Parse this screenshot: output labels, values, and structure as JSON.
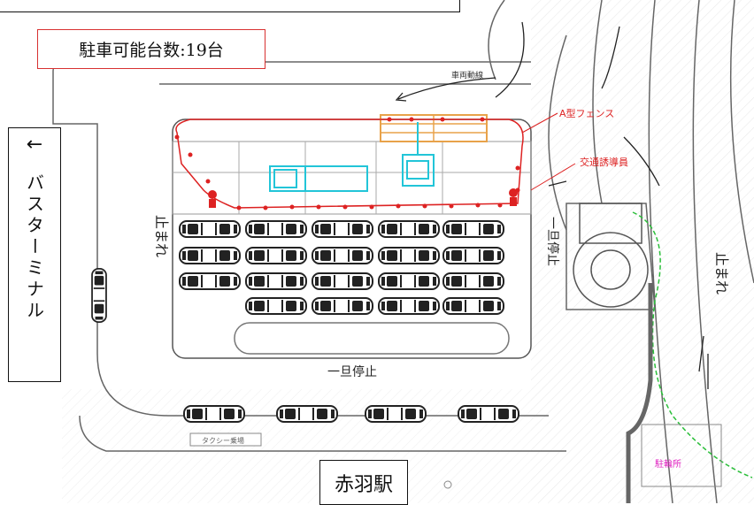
{
  "capacity_label": "駐車可能台数:19台",
  "bus_terminal": {
    "arrow": "←",
    "label": "バスターミナル"
  },
  "station_label": "赤羽駅",
  "map_labels": {
    "fence": "A型フェンス",
    "traffic_guard": "交通誘導員",
    "route_line": "車両動線",
    "taxi_pool": "タクシー乗場",
    "police_box": "駐輪所",
    "stop_left": "止まれ",
    "stop_right": "止まれ",
    "road_sign_left": "一旦停止",
    "road_sign_right": "一旦停止"
  },
  "colors": {
    "line": "#555555",
    "fence": "#dd2222",
    "vehicle_cyan": "#22c5d8",
    "crane_orange": "#e8a24a",
    "pink": "#e020c0",
    "green": "#2bbf3a"
  },
  "vehicles": {
    "parked_cars": 19,
    "taxi_cars": 4,
    "side_car": 1
  }
}
